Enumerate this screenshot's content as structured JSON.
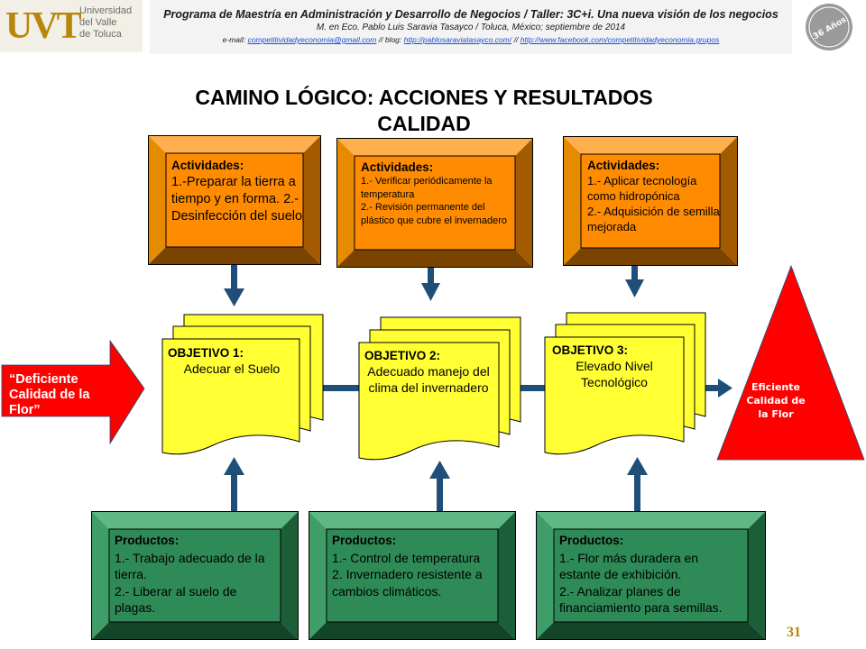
{
  "header": {
    "logo_text": "UVT",
    "university": [
      "Universidad",
      "del Valle",
      "de Toluca"
    ],
    "line1": "Programa de Maestría en Administración y Desarrollo de Negocios / Taller: 3C+i. Una nueva visión de los negocios",
    "line2": "M. en Eco. Pablo Luis Saravia Tasayco / Toluca, México; septiembre de 2014",
    "email_prefix": "e-mail:",
    "email": "competitividadyeconomia@gmail.com",
    "sep1": "// blog:",
    "blog": "http://pablosaraviatasayco.com/",
    "sep2": "//",
    "facebook": "http://www.facebook.com/competitividadyeconomia.grupos",
    "seal_text": "36 Años"
  },
  "title": {
    "line1": "CAMINO LÓGICO: ACCIONES Y RESULTADOS",
    "line2": "CALIDAD"
  },
  "activities": [
    {
      "label": "Actividades:",
      "lines": [
        "1.-Preparar la tierra a tiempo y en forma. 2.- Desinfección del suelo"
      ]
    },
    {
      "label": "Actividades:",
      "lines": [
        "1.- Verificar periódicamente la temperatura",
        "2.- Revisión permanente del plástico que cubre el invernadero"
      ]
    },
    {
      "label": "Actividades:",
      "lines": [
        "1.- Aplicar tecnología como hidropónica",
        "2.- Adquisición de semilla mejorada"
      ]
    }
  ],
  "objectives": [
    {
      "label": "OBJETIVO 1:",
      "text": "Adecuar el Suelo"
    },
    {
      "label": "OBJETIVO 2:",
      "text": "Adecuado manejo del clima del invernadero"
    },
    {
      "label": "OBJETIVO 3:",
      "text": "Elevado Nivel Tecnológico"
    }
  ],
  "products": [
    {
      "label": "Productos:",
      "lines": [
        "1.- Trabajo adecuado de la tierra.",
        "2.- Liberar al suelo de plagas."
      ]
    },
    {
      "label": "Productos:",
      "lines": [
        "1.- Control de temperatura",
        "2. Invernadero resistente a cambios climáticos."
      ]
    },
    {
      "label": "Productos:",
      "lines": [
        "1.- Flor más duradera en estante de exhibición.",
        "2.- Analizar planes  de financiamiento para semillas."
      ]
    }
  ],
  "start": {
    "text": "“Deficiente Calidad de la Flor”"
  },
  "end": {
    "text": "Eficiente Calidad de la Flor"
  },
  "page_number": "31",
  "colors": {
    "activity": "#ff8c00",
    "objective": "#ffff33",
    "product": "#2e8b57",
    "arrow": "#1f4e79",
    "start": "#ff0000",
    "end": "#ff0000"
  }
}
